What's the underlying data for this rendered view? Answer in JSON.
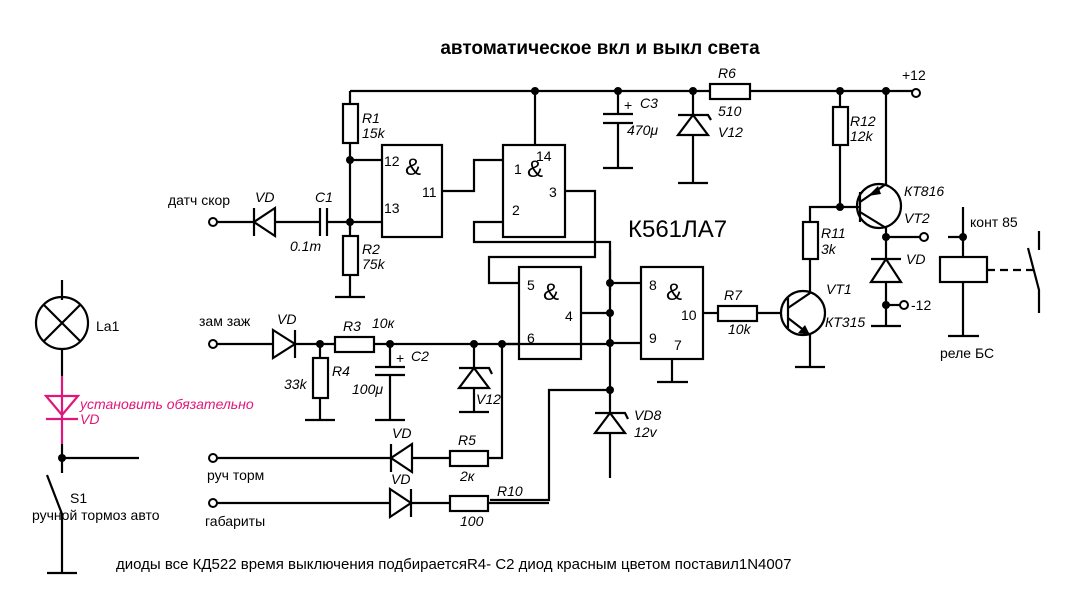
{
  "title": "автоматическое вкл и выкл света",
  "chip_name": "К561ЛА7",
  "footer_note": "диоды все КД522 время выключения подбираетсяR4-  С2 диод красным цветом поставил1N4007",
  "colors": {
    "wire": "#000000",
    "highlight": "#e0177a",
    "background": "#ffffff"
  },
  "power": {
    "plus": "+12",
    "minus": "-12"
  },
  "inputs": {
    "speed_sensor": "датч скор",
    "ignition_lock": "зам заж",
    "hand_brake": "руч торм",
    "parking_lights": "габариты"
  },
  "gates": [
    {
      "id": "gate-1",
      "symbol": "&",
      "inputs": [
        "12",
        "13"
      ],
      "output": "11"
    },
    {
      "id": "gate-2",
      "symbol": "&",
      "inputs": [
        "1",
        "2"
      ],
      "output": "3",
      "supply_pin": "14"
    },
    {
      "id": "gate-3",
      "symbol": "&",
      "inputs": [
        "5",
        "6"
      ],
      "output": "4"
    },
    {
      "id": "gate-4",
      "symbol": "&",
      "inputs": [
        "8",
        "9"
      ],
      "output": "10",
      "ground_pin": "7"
    }
  ],
  "components": {
    "R1": {
      "name": "R1",
      "value": "15k"
    },
    "R2": {
      "name": "R2",
      "value": "75k"
    },
    "R3": {
      "name": "R3",
      "value": "10к"
    },
    "R4": {
      "name": "R4",
      "value": "33k"
    },
    "R5": {
      "name": "R5",
      "value": "2к"
    },
    "R6": {
      "name": "R6",
      "value": "510"
    },
    "R7": {
      "name": "R7",
      "value": "10k"
    },
    "R10": {
      "name": "R10",
      "value": "100"
    },
    "R11": {
      "name": "R11",
      "value": "3k"
    },
    "R12": {
      "name": "R12",
      "value": "12k"
    },
    "C1": {
      "name": "C1",
      "value": "0.1m"
    },
    "C2": {
      "name": "C2",
      "value": "100μ",
      "polarity": "+"
    },
    "C3": {
      "name": "C3",
      "value": "470μ",
      "polarity": "+"
    },
    "V12_top": {
      "name": "V12"
    },
    "V12_mid": {
      "name": "V12"
    },
    "VD8": {
      "name": "VD8",
      "value": "12v"
    },
    "VD": "VD",
    "VT1": {
      "name": "VT1",
      "type": "КТ315"
    },
    "VT2": {
      "name": "VT2",
      "type": "КТ816"
    },
    "La1": {
      "name": "La1"
    },
    "S1": {
      "name": "S1",
      "desc": "ручной тормоз авто"
    },
    "relay": {
      "name": "реле БС",
      "contact": "конт 85"
    }
  },
  "highlight_note": {
    "text": "установить обязательно",
    "part": "VD"
  }
}
